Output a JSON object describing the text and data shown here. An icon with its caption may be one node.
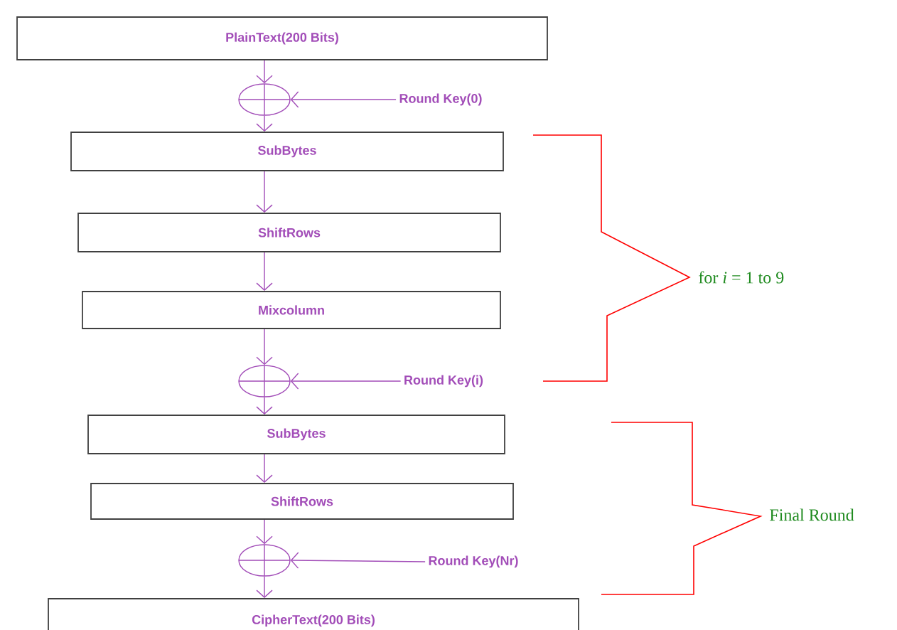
{
  "diagram": {
    "nodes": [
      {
        "text": [
          "PlainText(200 Bits)"
        ]
      },
      {
        "text": [],
        "shape": "circle"
      },
      {
        "text": [
          "Round Key(0)"
        ]
      },
      {
        "text": [
          "SubBytes"
        ]
      },
      {
        "text": [
          "ShiftRows"
        ]
      },
      {
        "text": [
          "Mixcolumn"
        ]
      },
      {
        "text": [],
        "shape": "circle"
      },
      {
        "text": [
          "Round Key(i)"
        ]
      },
      {
        "text": [
          "SubBytes"
        ]
      },
      {
        "text": [
          "ShiftRows"
        ]
      },
      {
        "text": [],
        "shape": "circle"
      },
      {
        "text": [
          "Round Key(Nr)"
        ]
      },
      {
        "text": [
          "CipherText(200 Bits)"
        ]
      }
    ],
    "edges": [
      {
        "from": 0,
        "to": 1,
        "arrow": "to"
      },
      {
        "from": 2,
        "to": 1,
        "arrow": "to"
      },
      {
        "from": 1,
        "to": 3,
        "arrow": "to"
      },
      {
        "from": 3,
        "to": 4,
        "arrow": "to"
      },
      {
        "from": 4,
        "to": 5,
        "arrow": "to"
      },
      {
        "from": 5,
        "to": 6,
        "arrow": "to"
      },
      {
        "from": 7,
        "to": 6,
        "arrow": "to"
      },
      {
        "from": 6,
        "to": 8,
        "arrow": "to"
      },
      {
        "from": 8,
        "to": 9,
        "arrow": "to"
      },
      {
        "from": 9,
        "to": 10,
        "arrow": "to"
      },
      {
        "from": 11,
        "to": 10,
        "arrow": "to"
      },
      {
        "from": 10,
        "to": 12,
        "arrow": "to"
      }
    ],
    "labels": [
      "for *i* = 1 to 9",
      "Final Round"
    ]
  }
}
